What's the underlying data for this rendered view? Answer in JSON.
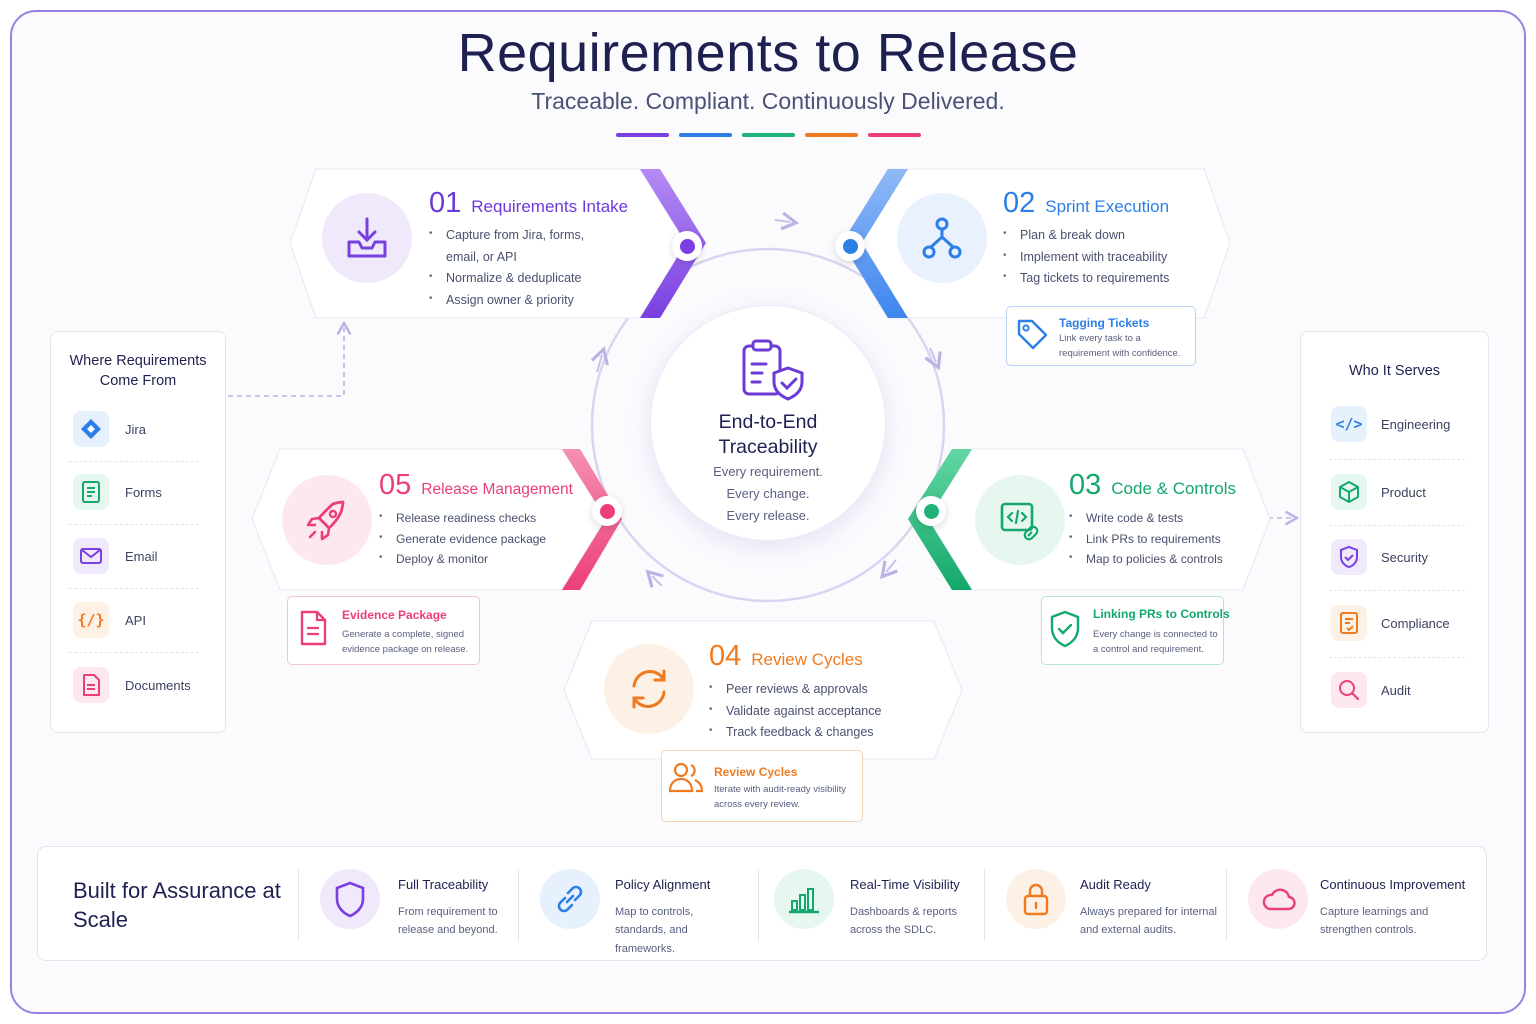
{
  "header": {
    "title": "Requirements to Release",
    "subtitle": "Traceable. Compliant. Continuously Delivered."
  },
  "colors": {
    "purple": "#7a3fe0",
    "blue": "#2b7fe6",
    "green": "#1fb37a",
    "orange": "#f07a1f",
    "pink": "#ec3f78",
    "navy": "#1e2150"
  },
  "steps": [
    {
      "num": "01",
      "title": "Requirements Intake",
      "icon": "inbox-download-icon",
      "items": [
        "Capture from Jira, forms, email, or API",
        "Normalize & deduplicate",
        "Assign owner & priority"
      ]
    },
    {
      "num": "02",
      "title": "Sprint Execution",
      "icon": "branch-icon",
      "items": [
        "Plan & break down",
        "Implement with traceability",
        "Tag tickets to requirements"
      ]
    },
    {
      "num": "03",
      "title": "Code & Controls",
      "icon": "code-link-icon",
      "items": [
        "Write code & tests",
        "Link PRs to requirements",
        "Map to policies & controls"
      ]
    },
    {
      "num": "04",
      "title": "Review Cycles",
      "icon": "refresh-icon",
      "items": [
        "Peer reviews & approvals",
        "Validate against acceptance",
        "Track feedback & changes"
      ]
    },
    {
      "num": "05",
      "title": "Release Management",
      "icon": "rocket-icon",
      "items": [
        "Release readiness checks",
        "Generate evidence package",
        "Deploy & monitor"
      ]
    }
  ],
  "callouts": {
    "tagging": {
      "title": "Tagging Tickets",
      "text": "Link every task to a requirement with confidence."
    },
    "linking": {
      "title": "Linking PRs to Controls",
      "text": "Every change is connected to a control and requirement."
    },
    "review": {
      "title": "Review Cycles",
      "text": "Iterate with audit-ready visibility across every review."
    },
    "evidence": {
      "title": "Evidence Package",
      "text": "Generate a complete, signed evidence package on release."
    }
  },
  "center": {
    "title": "End-to-End Traceability",
    "lines": [
      "Every requirement.",
      "Every change.",
      "Every release."
    ]
  },
  "sources": {
    "title": "Where Requirements Come From",
    "items": [
      {
        "label": "Jira",
        "icon": "jira-diamond-icon"
      },
      {
        "label": "Forms",
        "icon": "form-icon"
      },
      {
        "label": "Email",
        "icon": "mail-icon"
      },
      {
        "label": "API",
        "icon": "code-braces-icon"
      },
      {
        "label": "Documents",
        "icon": "document-icon"
      }
    ]
  },
  "audience": {
    "title": "Who It Serves",
    "items": [
      {
        "label": "Engineering",
        "icon": "code-icon"
      },
      {
        "label": "Product",
        "icon": "cube-icon"
      },
      {
        "label": "Security",
        "icon": "shield-check-icon"
      },
      {
        "label": "Compliance",
        "icon": "checklist-icon"
      },
      {
        "label": "Audit",
        "icon": "magnifier-icon"
      }
    ]
  },
  "bottom": {
    "title": "Built for Assurance at Scale",
    "features": [
      {
        "title": "Full Traceability",
        "text": "From requirement to release and beyond.",
        "icon": "shield-icon"
      },
      {
        "title": "Policy Alignment",
        "text": "Map to controls, standards, and frameworks.",
        "icon": "link-icon"
      },
      {
        "title": "Real-Time Visibility",
        "text": "Dashboards & reports across the SDLC.",
        "icon": "bar-chart-icon"
      },
      {
        "title": "Audit Ready",
        "text": "Always prepared for internal and external audits.",
        "icon": "lock-icon"
      },
      {
        "title": "Continuous Improvement",
        "text": "Capture learnings and strengthen controls.",
        "icon": "cloud-icon"
      }
    ]
  }
}
